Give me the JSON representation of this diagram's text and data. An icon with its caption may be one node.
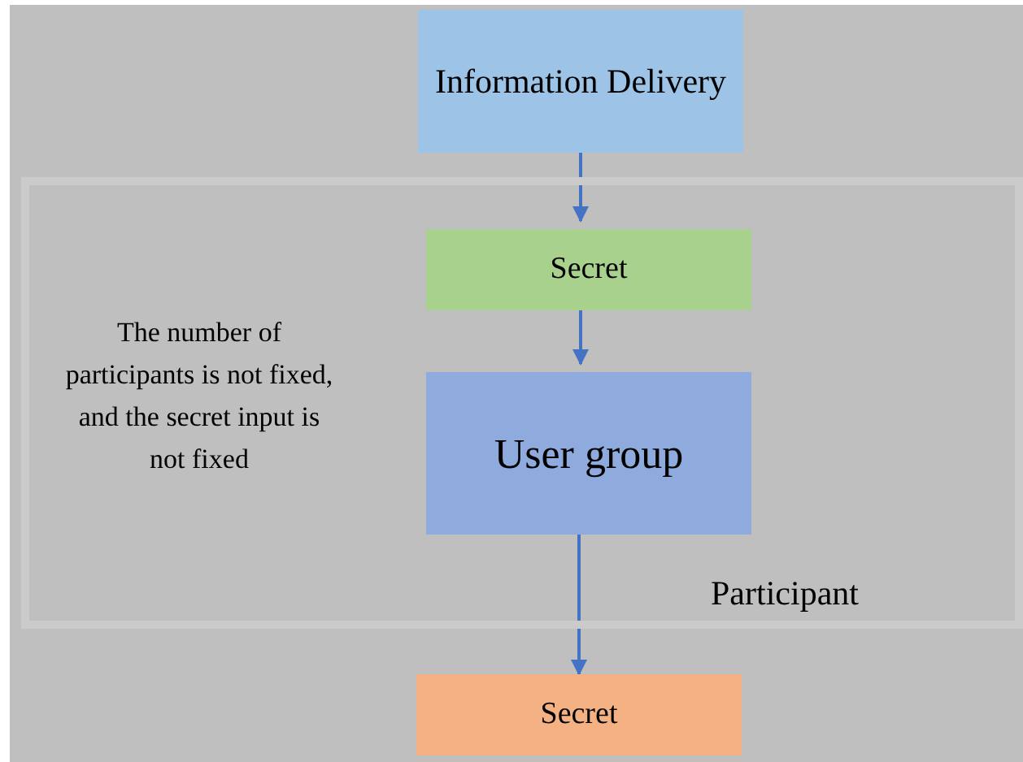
{
  "diagram": {
    "nodes": [
      {
        "text": [
          "Information Delivery"
        ]
      },
      {
        "text": [
          "Participant"
        ]
      },
      {
        "text": [
          "Secret"
        ],
        "in": 1
      },
      {
        "text": [
          "User group"
        ],
        "in": 1
      },
      {
        "text": [
          "Secret"
        ]
      }
    ],
    "edges": [
      {
        "from": 0,
        "to": 2,
        "arrow": "to"
      },
      {
        "from": 2,
        "to": 3,
        "arrow": "to"
      },
      {
        "from": 3,
        "to": 4,
        "arrow": "to"
      }
    ],
    "labels": [
      "The number of participants is not fixed, and the secret input is not fixed"
    ]
  }
}
